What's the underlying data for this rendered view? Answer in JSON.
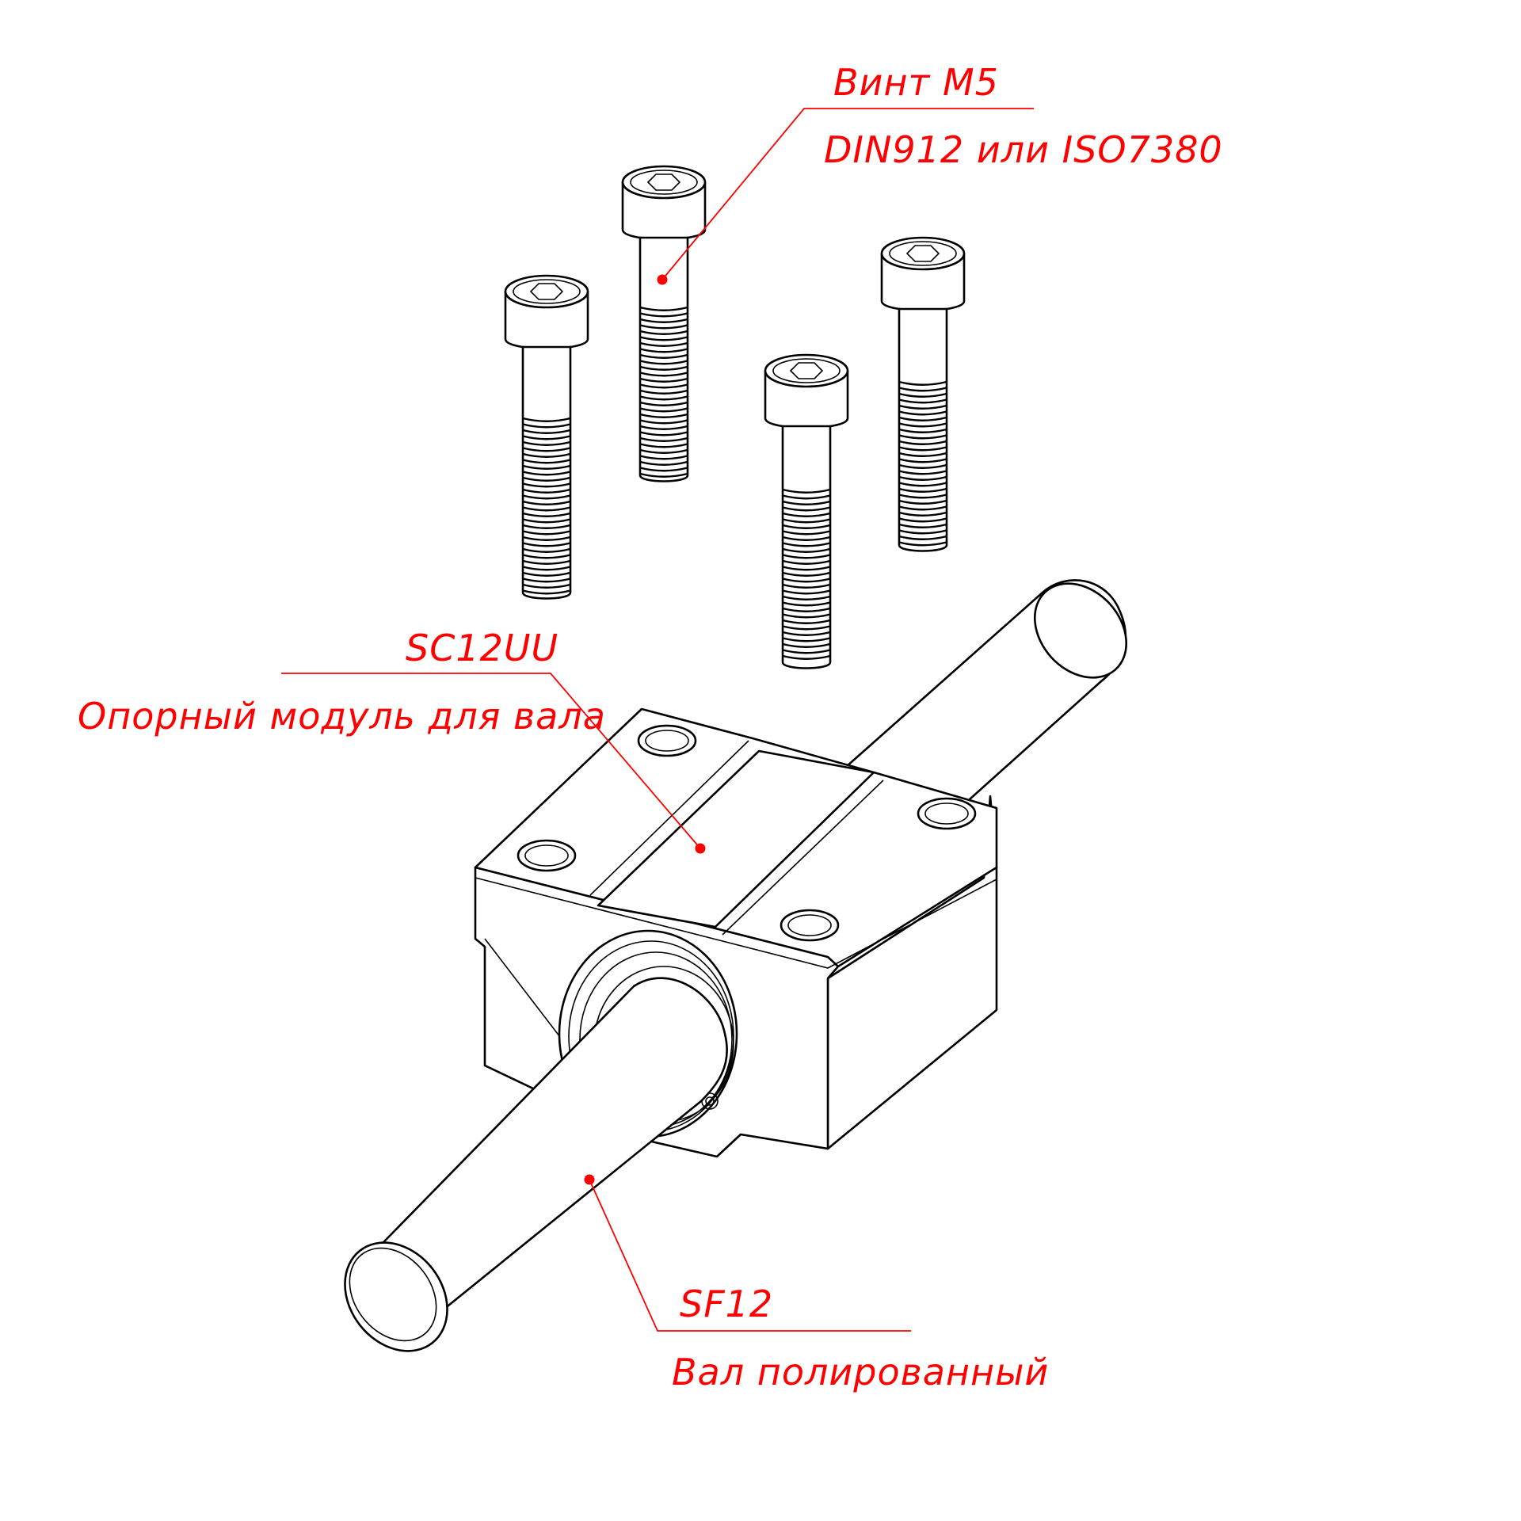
{
  "colors": {
    "callout": "#ff0000",
    "linework": "#000000",
    "background": "#ffffff"
  },
  "callouts": {
    "screw": {
      "title": "Винт М5",
      "subtitle": "DIN912 или ISO7380"
    },
    "block": {
      "title": "SC12UU",
      "subtitle": "Опорный модуль для вала"
    },
    "shaft": {
      "title": "SF12",
      "subtitle": "Вал полированный"
    }
  },
  "parts": {
    "screws": [
      {
        "name": "screw-1"
      },
      {
        "name": "screw-2"
      },
      {
        "name": "screw-3"
      },
      {
        "name": "screw-4"
      }
    ]
  }
}
